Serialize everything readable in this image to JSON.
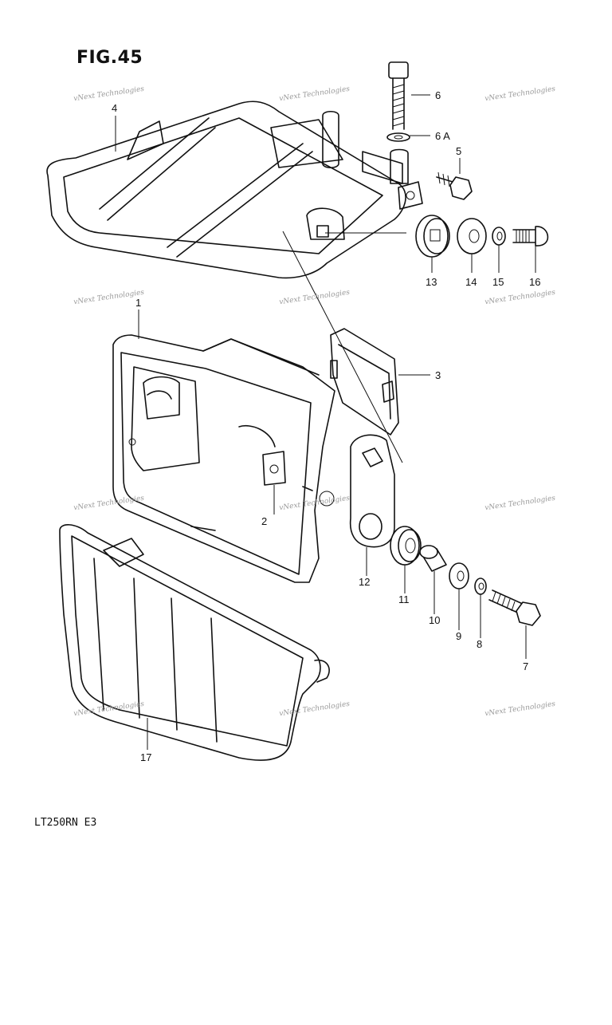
{
  "figure": {
    "title": "FIG.45",
    "model": "LT250RN E3"
  },
  "watermark": "vNext Technologies",
  "callouts": [
    "1",
    "2",
    "3",
    "4",
    "5",
    "6",
    "6 A",
    "7",
    "8",
    "9",
    "10",
    "11",
    "12",
    "13",
    "14",
    "15",
    "16",
    "17"
  ]
}
